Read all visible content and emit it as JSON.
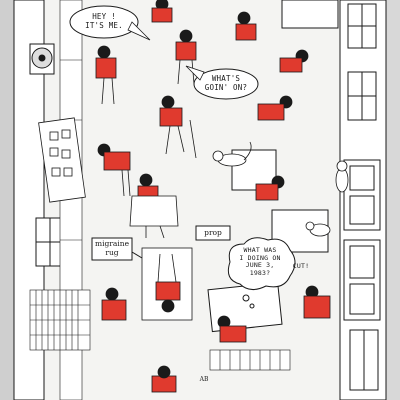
{
  "speech": {
    "hey": [
      "HEY !",
      "IT'S ME."
    ],
    "whats_goin_on": [
      "WHAT'S",
      "GOIN' ON?"
    ],
    "what_was": [
      "WHAT WAS",
      "I DOING ON",
      "JUNE 3,",
      "1983?"
    ],
    "cut": "CUT!"
  },
  "labels": {
    "prop": "prop",
    "migraine_rug": [
      "migraine",
      "rug"
    ]
  },
  "signature": "AB",
  "colors": {
    "ink": "#1a1a1a",
    "shirt": "#e03a2e",
    "paper": "#ffffff",
    "floor": "#f4f4f2",
    "edge": "#bdbdbd"
  }
}
